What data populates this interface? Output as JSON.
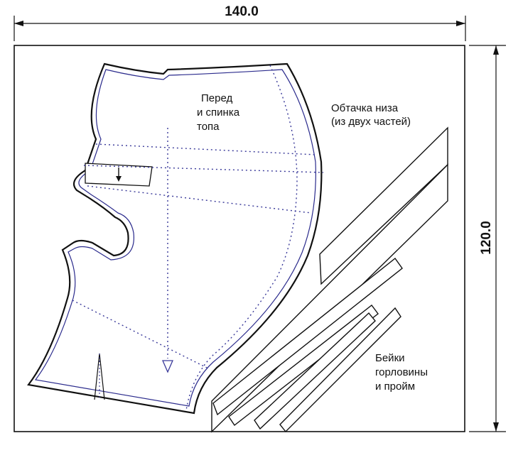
{
  "dimensions": {
    "width_label": "140.0",
    "height_label": "120.0"
  },
  "labels": {
    "top_piece": [
      "Перед",
      "и спинка",
      "топа"
    ],
    "hem_facing": [
      "Обтачка низа",
      "(из двух частей)"
    ],
    "bindings": [
      "Бейки",
      "горловины",
      "и пройм"
    ]
  },
  "colors": {
    "outline": "#111111",
    "piece_blue": "#2a2a8c",
    "dotted": "#3a3a9a"
  }
}
